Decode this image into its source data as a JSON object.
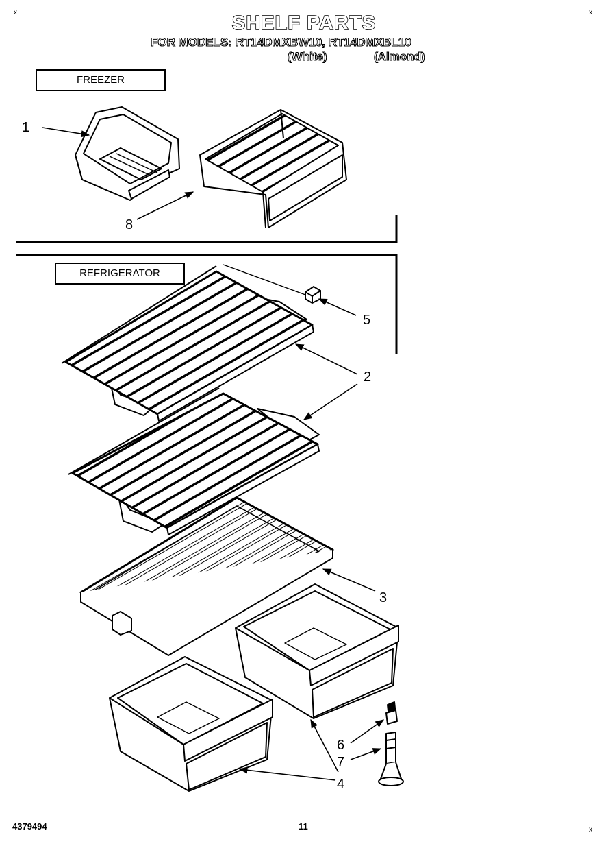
{
  "header": {
    "title": "SHELF PARTS",
    "models_line": "FOR MODELS: RT14DMXBW10, RT14DMXBL10",
    "variant_white": "(White)",
    "variant_almond": "(Almond)"
  },
  "sections": {
    "freezer_label": "FREEZER",
    "refrigerator_label": "REFRIGERATOR"
  },
  "callouts": {
    "c1": "1",
    "c2": "2",
    "c3": "3",
    "c4": "4",
    "c5": "5",
    "c6": "6",
    "c7": "7",
    "c8": "8"
  },
  "footer": {
    "doc_number": "4379494",
    "page_number": "11"
  },
  "corner_marks": {
    "top_left": "x",
    "top_right": "x",
    "bottom_right": "x"
  }
}
